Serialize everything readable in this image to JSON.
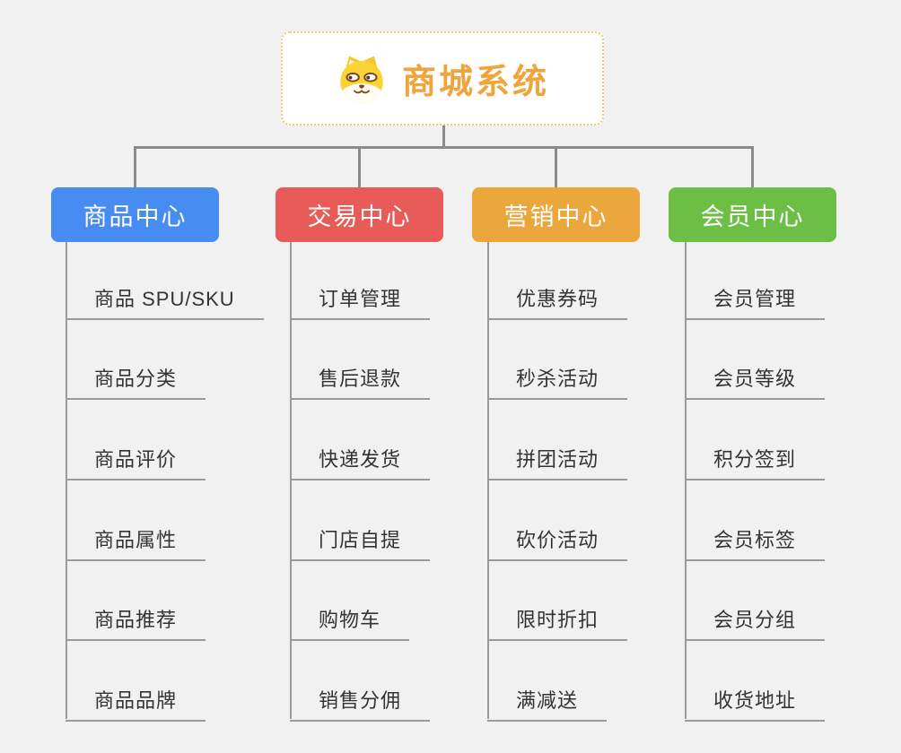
{
  "page": {
    "background": "#F1F1F2",
    "connector_color": "#8B8B8B",
    "underline_color": "#9A9A9A"
  },
  "root": {
    "title": "商城系统",
    "icon": "shiba-dog-icon",
    "title_color": "#F0A43C",
    "border_color": "#F2C879",
    "background": "#FFFFFF"
  },
  "branches": [
    {
      "label": "商品中心",
      "color": "#478CF0",
      "children": [
        "商品 SPU/SKU",
        "商品分类",
        "商品评价",
        "商品属性",
        "商品推荐",
        "商品品牌"
      ]
    },
    {
      "label": "交易中心",
      "color": "#E95B57",
      "children": [
        "订单管理",
        "售后退款",
        "快递发货",
        "门店自提",
        "购物车",
        "销售分佣"
      ]
    },
    {
      "label": "营销中心",
      "color": "#EBA63C",
      "children": [
        "优惠券码",
        "秒杀活动",
        "拼团活动",
        "砍价活动",
        "限时折扣",
        "满减送"
      ]
    },
    {
      "label": "会员中心",
      "color": "#6DBE45",
      "children": [
        "会员管理",
        "会员等级",
        "积分签到",
        "会员标签",
        "会员分组",
        "收货地址"
      ]
    }
  ]
}
